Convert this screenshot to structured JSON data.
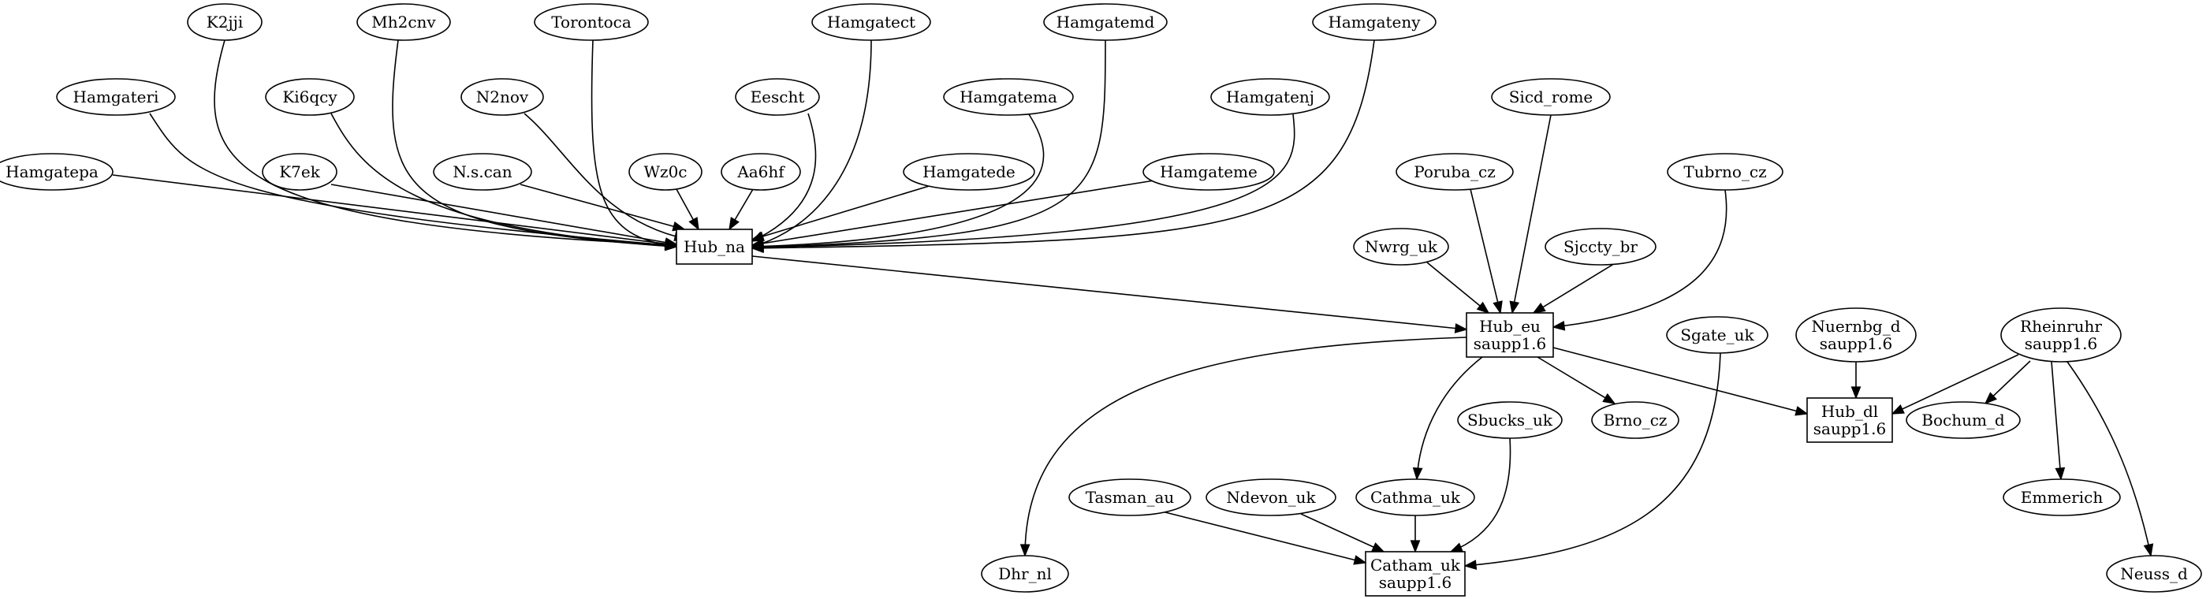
{
  "graph": {
    "nodes": [
      {
        "id": "k2jji",
        "lines": [
          "K2jji"
        ],
        "shape": "ellipse"
      },
      {
        "id": "mh2cnv",
        "lines": [
          "Mh2cnv"
        ],
        "shape": "ellipse"
      },
      {
        "id": "torontoca",
        "lines": [
          "Torontoca"
        ],
        "shape": "ellipse"
      },
      {
        "id": "hamgatect",
        "lines": [
          "Hamgatect"
        ],
        "shape": "ellipse"
      },
      {
        "id": "hamgatemd",
        "lines": [
          "Hamgatemd"
        ],
        "shape": "ellipse"
      },
      {
        "id": "hamgateny",
        "lines": [
          "Hamgateny"
        ],
        "shape": "ellipse"
      },
      {
        "id": "hamgateri",
        "lines": [
          "Hamgateri"
        ],
        "shape": "ellipse"
      },
      {
        "id": "ki6qcy",
        "lines": [
          "Ki6qcy"
        ],
        "shape": "ellipse"
      },
      {
        "id": "n2nov",
        "lines": [
          "N2nov"
        ],
        "shape": "ellipse"
      },
      {
        "id": "eescht",
        "lines": [
          "Eescht"
        ],
        "shape": "ellipse"
      },
      {
        "id": "hamgatema",
        "lines": [
          "Hamgatema"
        ],
        "shape": "ellipse"
      },
      {
        "id": "hamgatenj",
        "lines": [
          "Hamgatenj"
        ],
        "shape": "ellipse"
      },
      {
        "id": "sicd_rome",
        "lines": [
          "Sicd_rome"
        ],
        "shape": "ellipse"
      },
      {
        "id": "hamgatepa",
        "lines": [
          "Hamgatepa"
        ],
        "shape": "ellipse"
      },
      {
        "id": "k7ek",
        "lines": [
          "K7ek"
        ],
        "shape": "ellipse"
      },
      {
        "id": "nscan",
        "lines": [
          "N.s.can"
        ],
        "shape": "ellipse"
      },
      {
        "id": "wz0c",
        "lines": [
          "Wz0c"
        ],
        "shape": "ellipse"
      },
      {
        "id": "aa6hf",
        "lines": [
          "Aa6hf"
        ],
        "shape": "ellipse"
      },
      {
        "id": "hamgatede",
        "lines": [
          "Hamgatede"
        ],
        "shape": "ellipse"
      },
      {
        "id": "hamgateme",
        "lines": [
          "Hamgateme"
        ],
        "shape": "ellipse"
      },
      {
        "id": "poruba_cz",
        "lines": [
          "Poruba_cz"
        ],
        "shape": "ellipse"
      },
      {
        "id": "tubrno_cz",
        "lines": [
          "Tubrno_cz"
        ],
        "shape": "ellipse"
      },
      {
        "id": "hub_na",
        "lines": [
          "Hub_na"
        ],
        "shape": "box"
      },
      {
        "id": "nwrg_uk",
        "lines": [
          "Nwrg_uk"
        ],
        "shape": "ellipse"
      },
      {
        "id": "sjccty_br",
        "lines": [
          "Sjccty_br"
        ],
        "shape": "ellipse"
      },
      {
        "id": "hub_eu",
        "lines": [
          "Hub_eu",
          "saupp1.6"
        ],
        "shape": "box"
      },
      {
        "id": "sgate_uk",
        "lines": [
          "Sgate_uk"
        ],
        "shape": "ellipse"
      },
      {
        "id": "nuernbg_d",
        "lines": [
          "Nuernbg_d",
          "saupp1.6"
        ],
        "shape": "ellipse"
      },
      {
        "id": "rheinruhr",
        "lines": [
          "Rheinruhr",
          "saupp1.6"
        ],
        "shape": "ellipse"
      },
      {
        "id": "sbucks_uk",
        "lines": [
          "Sbucks_uk"
        ],
        "shape": "ellipse"
      },
      {
        "id": "brno_cz",
        "lines": [
          "Brno_cz"
        ],
        "shape": "ellipse"
      },
      {
        "id": "hub_dl",
        "lines": [
          "Hub_dl",
          "saupp1.6"
        ],
        "shape": "box"
      },
      {
        "id": "bochum_d",
        "lines": [
          "Bochum_d"
        ],
        "shape": "ellipse"
      },
      {
        "id": "tasman_au",
        "lines": [
          "Tasman_au"
        ],
        "shape": "ellipse"
      },
      {
        "id": "ndevon_uk",
        "lines": [
          "Ndevon_uk"
        ],
        "shape": "ellipse"
      },
      {
        "id": "cathma_uk",
        "lines": [
          "Cathma_uk"
        ],
        "shape": "ellipse"
      },
      {
        "id": "emmerich",
        "lines": [
          "Emmerich"
        ],
        "shape": "ellipse"
      },
      {
        "id": "dhr_nl",
        "lines": [
          "Dhr_nl"
        ],
        "shape": "ellipse"
      },
      {
        "id": "catham_uk",
        "lines": [
          "Catham_uk",
          "saupp1.6"
        ],
        "shape": "box"
      },
      {
        "id": "neuss_d",
        "lines": [
          "Neuss_d"
        ],
        "shape": "ellipse"
      }
    ],
    "edges": [
      [
        "k2jji",
        "hub_na"
      ],
      [
        "mh2cnv",
        "hub_na"
      ],
      [
        "torontoca",
        "hub_na"
      ],
      [
        "hamgatect",
        "hub_na"
      ],
      [
        "hamgatemd",
        "hub_na"
      ],
      [
        "hamgateny",
        "hub_na"
      ],
      [
        "hamgateri",
        "hub_na"
      ],
      [
        "ki6qcy",
        "hub_na"
      ],
      [
        "n2nov",
        "hub_na"
      ],
      [
        "eescht",
        "hub_na"
      ],
      [
        "hamgatema",
        "hub_na"
      ],
      [
        "hamgatenj",
        "hub_na"
      ],
      [
        "hamgatepa",
        "hub_na"
      ],
      [
        "k7ek",
        "hub_na"
      ],
      [
        "nscan",
        "hub_na"
      ],
      [
        "wz0c",
        "hub_na"
      ],
      [
        "aa6hf",
        "hub_na"
      ],
      [
        "hamgatede",
        "hub_na"
      ],
      [
        "hamgateme",
        "hub_na"
      ],
      [
        "hub_na",
        "hub_eu"
      ],
      [
        "sicd_rome",
        "hub_eu"
      ],
      [
        "poruba_cz",
        "hub_eu"
      ],
      [
        "tubrno_cz",
        "hub_eu"
      ],
      [
        "nwrg_uk",
        "hub_eu"
      ],
      [
        "sjccty_br",
        "hub_eu"
      ],
      [
        "hub_eu",
        "dhr_nl"
      ],
      [
        "hub_eu",
        "cathma_uk"
      ],
      [
        "hub_eu",
        "brno_cz"
      ],
      [
        "hub_eu",
        "hub_dl"
      ],
      [
        "nuernbg_d",
        "hub_dl"
      ],
      [
        "rheinruhr",
        "hub_dl"
      ],
      [
        "rheinruhr",
        "bochum_d"
      ],
      [
        "rheinruhr",
        "emmerich"
      ],
      [
        "rheinruhr",
        "neuss_d"
      ],
      [
        "cathma_uk",
        "catham_uk"
      ],
      [
        "tasman_au",
        "catham_uk"
      ],
      [
        "ndevon_uk",
        "catham_uk"
      ],
      [
        "sbucks_uk",
        "catham_uk"
      ],
      [
        "sgate_uk",
        "catham_uk"
      ]
    ]
  }
}
